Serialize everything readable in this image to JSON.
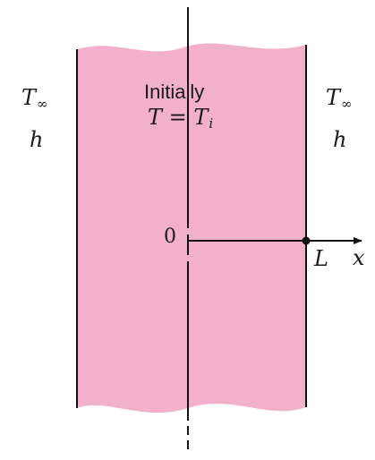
{
  "colors": {
    "slab_fill": "#f2b0cb",
    "line": "#111111",
    "background": "#ffffff"
  },
  "labels": {
    "left_temp_main": "T",
    "left_temp_sub": "∞",
    "left_h": "h",
    "right_temp_main": "T",
    "right_temp_sub": "∞",
    "right_h": "h",
    "initially": "Initially",
    "cond_lhs": "T",
    "cond_eq": "=",
    "cond_rhs_main": "T",
    "cond_rhs_sub": "i",
    "origin": "0",
    "thickness": "L",
    "axis": "x"
  }
}
